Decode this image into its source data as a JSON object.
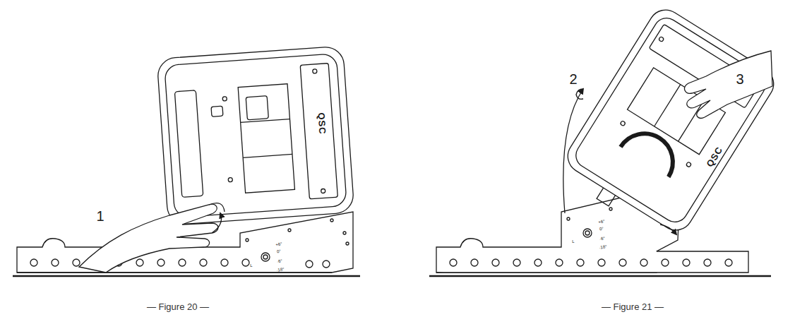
{
  "diagram": {
    "labels": [
      "1",
      "2",
      "3",
      "QSC",
      "QSC",
      "+6°",
      "0°",
      "-6°",
      "-18°",
      "L",
      "+6°",
      "0°",
      "-6°",
      "-18°",
      "L",
      "— Figure 20 —",
      "— Figure 21 —"
    ]
  }
}
